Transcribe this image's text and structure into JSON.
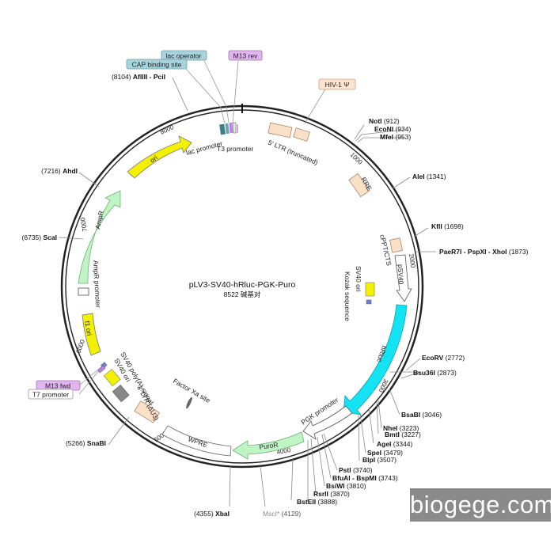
{
  "plasmid": {
    "name": "pLV3-SV40-hRluc-PGK-Puro",
    "size": "8522 碱基对"
  },
  "ticks": [
    "1000",
    "2000",
    "3000",
    "4000",
    "5000",
    "6000",
    "7000",
    "8000"
  ],
  "sites": [
    {
      "name": "NotI",
      "pos": "(912)"
    },
    {
      "name": "EcoNI",
      "pos": "(934)"
    },
    {
      "name": "MfeI",
      "pos": "(953)"
    },
    {
      "name": "AleI",
      "pos": "(1341)"
    },
    {
      "name": "KflI",
      "pos": "(1698)"
    },
    {
      "name": "PaeR7I - PspXI - XhoI",
      "pos": "(1873)"
    },
    {
      "name": "EcoRV",
      "pos": "(2772)"
    },
    {
      "name": "Bsu36I",
      "pos": "(2873)"
    },
    {
      "name": "BsaBI",
      "pos": "(3046)"
    },
    {
      "name": "NheI",
      "pos": "(3223)"
    },
    {
      "name": "BmtI",
      "pos": "(3227)"
    },
    {
      "name": "AgeI",
      "pos": "(3344)"
    },
    {
      "name": "SpeI",
      "pos": "(3479)"
    },
    {
      "name": "BlpI",
      "pos": "(3507)"
    },
    {
      "name": "PstI",
      "pos": "(3740)"
    },
    {
      "name": "BfuAI - BspMI",
      "pos": "(3743)"
    },
    {
      "name": "BsiWI",
      "pos": "(3810)"
    },
    {
      "name": "RsrII",
      "pos": "(3870)"
    },
    {
      "name": "BstEII",
      "pos": "(3888)"
    },
    {
      "name": "MscI*",
      "pos": "(4129)"
    },
    {
      "name": "XbaI",
      "pos": "(4355)"
    },
    {
      "name": "SnaBI",
      "pos": "(5266)"
    },
    {
      "name": "ScaI",
      "pos": "(6735)"
    },
    {
      "name": "AhdI",
      "pos": "(7216)"
    },
    {
      "name": "AflIII - PciI",
      "pos": "(8104)"
    }
  ],
  "features": {
    "ltr5": "5' LTR (truncated)",
    "rre": "RRE",
    "cppt": "cPPT/CTS",
    "psv40": "pSV40",
    "sv40ori_in": "SV40 ori",
    "kozak": "Kozak sequence",
    "hrluc": "hRluc",
    "pgk": "PGK promoter",
    "factorxa": "Factor Xa site",
    "puror": "PuroR",
    "wpre": "WPRE",
    "ltr3": "3' LTR (ΔU3)",
    "sv40ori_out": "SV40 ori",
    "sv40polya": "SV40 poly(A) signal",
    "f1ori": "f1 ori",
    "amprprom": "AmpR promoter",
    "ampr": "AmpR",
    "ori": "ori",
    "lacprom": "lac promoter",
    "t3prom": "T3 promoter"
  },
  "boxes": {
    "lacop": "lac operator",
    "cap": "CAP binding site",
    "m13rev": "M13 rev",
    "hiv": "HIV-1 Ψ",
    "m13fwd": "M13 fwd",
    "t7": "T7 promoter"
  },
  "watermark": "biogege.com"
}
